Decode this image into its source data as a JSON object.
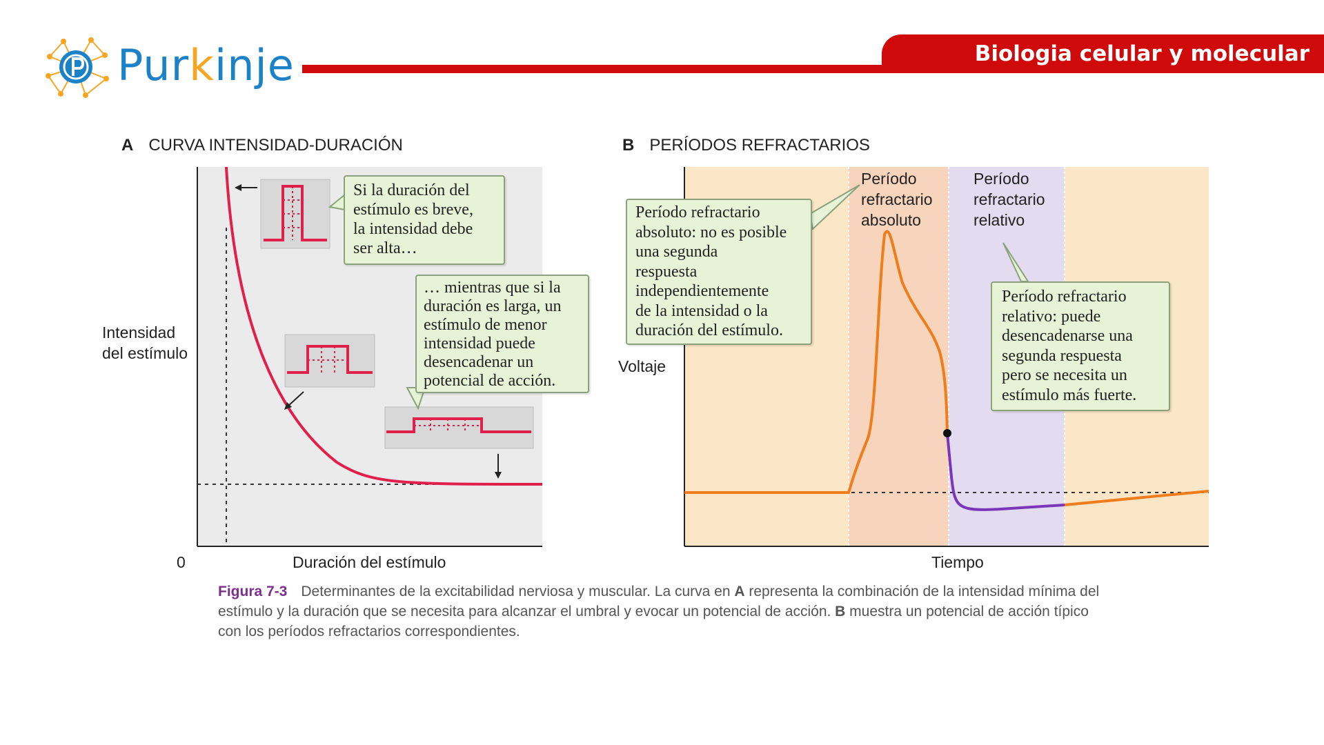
{
  "header": {
    "brand": "Pur",
    "brand_k": "k",
    "brand_rest": "inje",
    "title": "Biologia celular y molecular",
    "accent_color": "#cf0a0a",
    "brand_color": "#1c82c8"
  },
  "panel_a": {
    "letter": "A",
    "title": "CURVA INTENSIDAD-DURACIÓN",
    "ylabel_line1": "Intensidad",
    "ylabel_line2": "del estímulo",
    "xlabel": "Duración del estímulo",
    "origin": "0",
    "callout_1": [
      "Si la duración del",
      "estímulo es breve,",
      "la intensidad debe",
      "ser alta…"
    ],
    "callout_2": [
      "… mientras que si la",
      "duración es larga, un",
      "estímulo de menor",
      "intensidad puede",
      "desencadenar un",
      "potencial de acción."
    ]
  },
  "panel_b": {
    "letter": "B",
    "title": "PERÍODOS REFRACTARIOS",
    "ylabel": "Voltaje",
    "xlabel": "Tiempo",
    "label_absolute": [
      "Período",
      "refractario",
      "absoluto"
    ],
    "label_relative": [
      "Período",
      "refractario",
      "relativo"
    ],
    "callout_absolute": [
      "Período refractario",
      "absoluto: no es posible",
      "una segunda",
      "respuesta",
      "independientemente",
      "de la intensidad o la",
      "duración del estímulo."
    ],
    "callout_relative": [
      "Período refractario",
      "relativo: puede",
      "desencadenarse una",
      "segunda respuesta",
      "pero se necesita un",
      "estímulo más fuerte."
    ]
  },
  "caption": {
    "figure": "Figura 7-3",
    "text_1": "Determinantes de la excitabilidad nerviosa y muscular. La curva en ",
    "bold_a": "A",
    "text_2": " representa la combinación de la intensidad mínima del estímulo y la duración que se necesita para alcanzar el umbral y evocar un potencial de acción. ",
    "bold_b": "B",
    "text_3": " muestra un potencial de acción típico con los períodos refractarios correspondientes."
  }
}
